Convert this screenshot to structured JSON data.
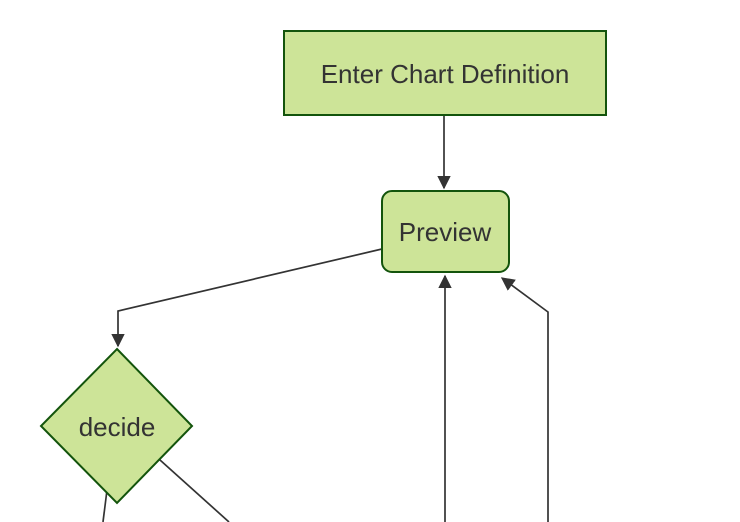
{
  "diagram": {
    "type": "flowchart",
    "direction": "top-down",
    "nodes": [
      {
        "id": "A",
        "label": "Enter Chart Definition",
        "shape": "rectangle"
      },
      {
        "id": "B",
        "label": "Preview",
        "shape": "rounded-rectangle"
      },
      {
        "id": "C",
        "label": "decide",
        "shape": "diamond"
      }
    ],
    "edges": [
      {
        "from": "A",
        "to": "B",
        "arrow": true
      },
      {
        "from": "B",
        "to": "C",
        "arrow": true
      },
      {
        "from": "C",
        "to": "offscreen-bottom-left",
        "arrow": false,
        "cropped": true
      },
      {
        "from": "C",
        "to": "offscreen-bottom-right",
        "arrow": false,
        "cropped": true
      },
      {
        "from": "offscreen-bottom",
        "to": "B",
        "arrow": true,
        "cropped": true
      },
      {
        "from": "offscreen-bottom-right",
        "to": "B",
        "arrow": true,
        "cropped": true
      }
    ]
  },
  "colors": {
    "node-fill": "#cde498",
    "node-stroke": "#13540c",
    "edge-stroke": "#333333",
    "text-color": "#333333",
    "background": "#ffffff"
  }
}
